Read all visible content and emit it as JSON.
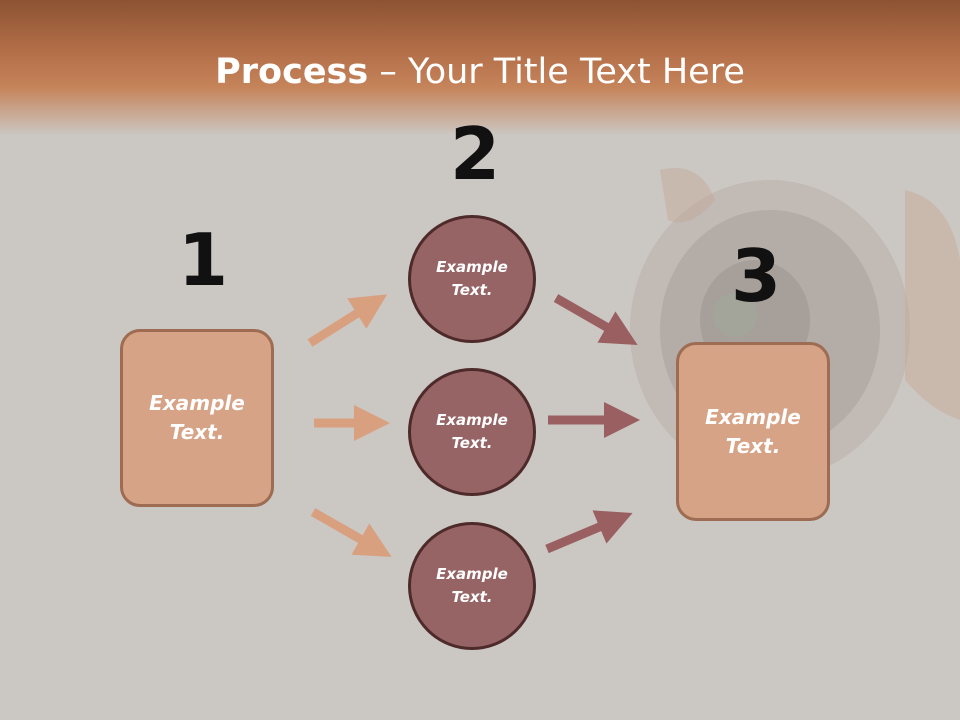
{
  "slide": {
    "title_bold": "Process",
    "title_rest": " – Your Title Text Here"
  },
  "steps": [
    {
      "number": "1",
      "label": "Example\nText."
    },
    {
      "number": "2",
      "label": "Example\nText."
    },
    {
      "number": "3",
      "label": "Example\nText."
    }
  ],
  "middle_nodes": [
    {
      "label": "Example\nText."
    },
    {
      "label": "Example\nText."
    },
    {
      "label": "Example\nText."
    }
  ],
  "colors": {
    "header": "#b06c46",
    "box_fill": "#d7a386",
    "box_border": "#9d6c52",
    "circle_fill": "#976465",
    "circle_border": "#4e2b2a",
    "left_arrows": "#d9a080",
    "right_arrows": "#9a5f60"
  }
}
